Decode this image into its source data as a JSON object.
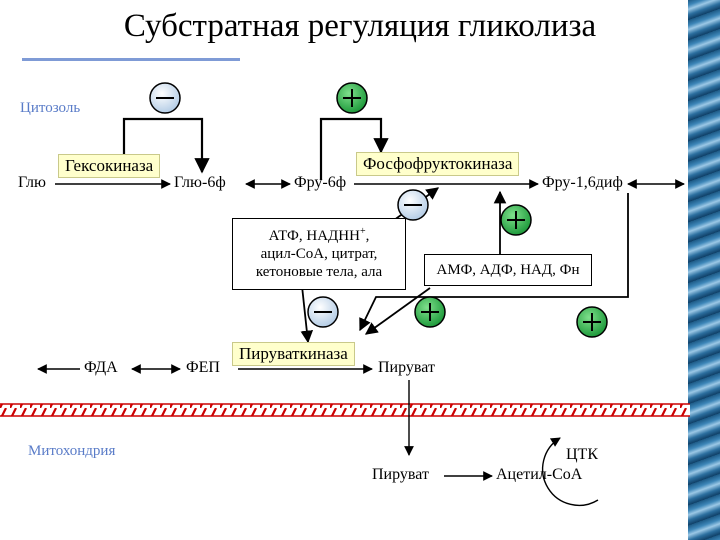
{
  "title": "Субстратная регуляция гликолиза",
  "regions": {
    "cytosol": "Цитозоль",
    "mitochondria": "Митохондрия"
  },
  "metabolites": {
    "glu": "Глю",
    "glu6p": "Глю-6ф",
    "fru6p": "Фру-6ф",
    "fru16bp": "Фру-1,6диф",
    "fda": "ФДА",
    "fep": "ФЕП",
    "pyruvate_cyt": "Пируват",
    "pyruvate_mit": "Пируват",
    "acetyl_coa": "Ацетил-СоА",
    "tca": "ЦТК"
  },
  "enzymes": {
    "hexokinase": "Гексокиназа",
    "pfk": "Фосфофруктокиназа",
    "pyruvate_kinase": "Пируваткиназа"
  },
  "inhibitor_box": {
    "line1": "АТФ, НАДНН",
    "line1_sup": "+",
    "line1_end": ",",
    "line2": "ацил-СоА, цитрат,",
    "line3": "кетоновые тела, ала"
  },
  "activator_box": {
    "text": "АМФ, АДФ, НАД, Фн"
  },
  "symbols": {
    "minus": "−",
    "plus": "+"
  },
  "colors": {
    "negative": "#c9dcef",
    "positive": "#2ea84a",
    "enzyme_bg": "#ffffcc",
    "region_text": "#5a7cc8",
    "membrane": "#cc0000"
  }
}
